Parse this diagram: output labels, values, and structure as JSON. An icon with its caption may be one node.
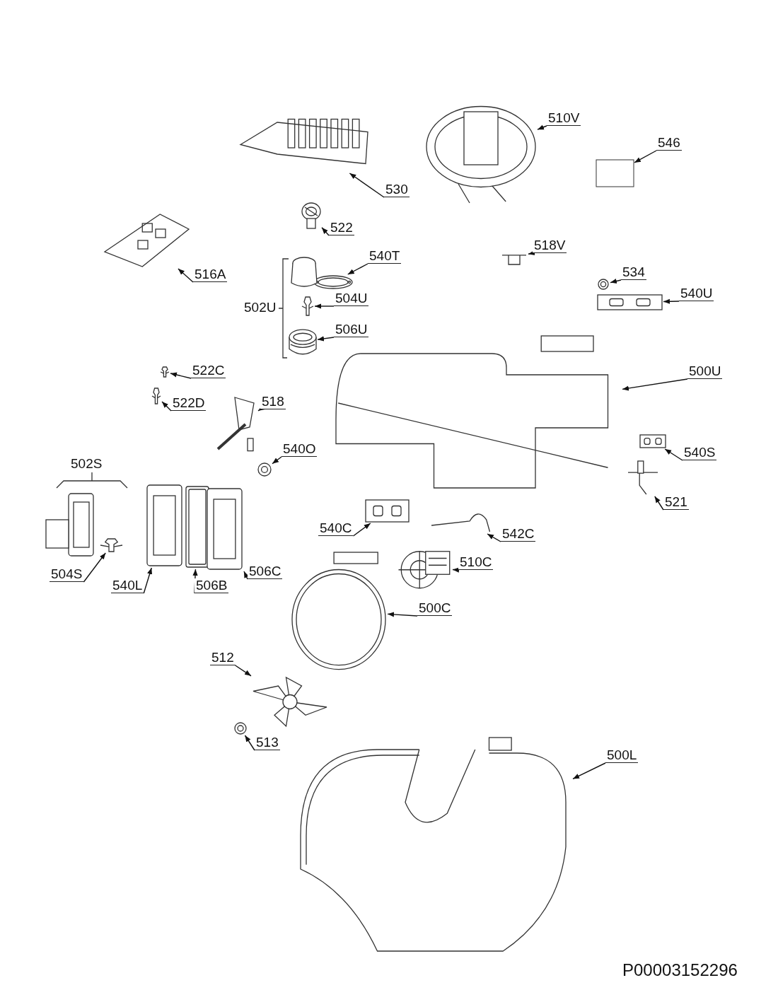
{
  "diagram": {
    "nodes": [
      {
        "text": [
          "530"
        ]
      },
      {
        "text": [],
        "shape": "picture"
      },
      {
        "text": [
          "510V"
        ]
      },
      {
        "text": [],
        "shape": "picture"
      },
      {
        "text": [
          "546"
        ]
      },
      {
        "text": [],
        "shape": "box"
      },
      {
        "text": [
          "522"
        ]
      },
      {
        "text": [],
        "shape": "picture"
      },
      {
        "text": [
          "516A"
        ]
      },
      {
        "text": [],
        "shape": "picture"
      },
      {
        "text": [
          "540T"
        ]
      },
      {
        "text": [],
        "shape": "picture"
      },
      {
        "text": [
          "518V"
        ]
      },
      {
        "text": [],
        "shape": "picture"
      },
      {
        "text": [
          "534"
        ]
      },
      {
        "text": [],
        "shape": "picture"
      },
      {
        "text": [
          "540U"
        ]
      },
      {
        "text": [],
        "shape": "picture"
      },
      {
        "text": [
          "504U"
        ]
      },
      {
        "text": [],
        "shape": "picture"
      },
      {
        "text": [
          "506U"
        ]
      },
      {
        "text": [],
        "shape": "picture"
      },
      {
        "text": [
          "500U"
        ]
      },
      {
        "text": [],
        "shape": "picture"
      },
      {
        "text": [
          "522C"
        ]
      },
      {
        "text": [],
        "shape": "picture"
      },
      {
        "text": [
          "522D"
        ]
      },
      {
        "text": [],
        "shape": "picture"
      },
      {
        "text": [
          "518"
        ]
      },
      {
        "text": [],
        "shape": "picture"
      },
      {
        "text": [
          "540O"
        ]
      },
      {
        "text": [],
        "shape": "picture"
      },
      {
        "text": [
          "540S"
        ]
      },
      {
        "text": [],
        "shape": "picture"
      },
      {
        "text": [
          "521"
        ]
      },
      {
        "text": [],
        "shape": "picture"
      },
      {
        "text": [
          "540C"
        ]
      },
      {
        "text": [],
        "shape": "picture"
      },
      {
        "text": [
          "542C"
        ]
      },
      {
        "text": [],
        "shape": "picture"
      },
      {
        "text": [
          "510C"
        ]
      },
      {
        "text": [],
        "shape": "picture"
      },
      {
        "text": [
          "504S"
        ]
      },
      {
        "text": [],
        "shape": "picture"
      },
      {
        "text": [
          "540L"
        ]
      },
      {
        "text": [],
        "shape": "picture"
      },
      {
        "text": [
          "506B"
        ]
      },
      {
        "text": [],
        "shape": "picture"
      },
      {
        "text": [
          "506C"
        ]
      },
      {
        "text": [],
        "shape": "picture"
      },
      {
        "text": [
          "500C"
        ]
      },
      {
        "text": [],
        "shape": "picture"
      },
      {
        "text": [
          "512"
        ]
      },
      {
        "text": [],
        "shape": "picture"
      },
      {
        "text": [
          "513"
        ]
      },
      {
        "text": [],
        "shape": "picture"
      },
      {
        "text": [
          "500L"
        ]
      },
      {
        "text": [],
        "shape": "picture"
      }
    ],
    "edges": [
      {
        "from": 0,
        "to": 1,
        "arrow": "to"
      },
      {
        "from": 2,
        "to": 3,
        "arrow": "to"
      },
      {
        "from": 4,
        "to": 5,
        "arrow": "to"
      },
      {
        "from": 6,
        "to": 7,
        "arrow": "to"
      },
      {
        "from": 8,
        "to": 9,
        "arrow": "to"
      },
      {
        "from": 10,
        "to": 11,
        "arrow": "to"
      },
      {
        "from": 12,
        "to": 13,
        "arrow": "to"
      },
      {
        "from": 14,
        "to": 15,
        "arrow": "to"
      },
      {
        "from": 16,
        "to": 17,
        "arrow": "to"
      },
      {
        "from": 18,
        "to": 19,
        "arrow": "to"
      },
      {
        "from": 20,
        "to": 21,
        "arrow": "to"
      },
      {
        "from": 22,
        "to": 23,
        "arrow": "to"
      },
      {
        "from": 24,
        "to": 25,
        "arrow": "to"
      },
      {
        "from": 26,
        "to": 27,
        "arrow": "to"
      },
      {
        "from": 28,
        "to": 29,
        "arrow": "to"
      },
      {
        "from": 30,
        "to": 31,
        "arrow": "to"
      },
      {
        "from": 32,
        "to": 33,
        "arrow": "to"
      },
      {
        "from": 34,
        "to": 35,
        "arrow": "to"
      },
      {
        "from": 36,
        "to": 37,
        "arrow": "to"
      },
      {
        "from": 38,
        "to": 39,
        "arrow": "to"
      },
      {
        "from": 40,
        "to": 41,
        "arrow": "to"
      },
      {
        "from": 42,
        "to": 43,
        "arrow": "to"
      },
      {
        "from": 44,
        "to": 45,
        "arrow": "to"
      },
      {
        "from": 46,
        "to": 47,
        "arrow": "to"
      },
      {
        "from": 48,
        "to": 49,
        "arrow": "to"
      },
      {
        "from": 50,
        "to": 51,
        "arrow": "to"
      },
      {
        "from": 52,
        "to": 53,
        "arrow": "to"
      },
      {
        "from": 54,
        "to": 55,
        "arrow": "to"
      },
      {
        "from": 56,
        "to": 57,
        "arrow": "to"
      }
    ],
    "labels": [
      "502U",
      "502S",
      "P00003152296"
    ]
  }
}
